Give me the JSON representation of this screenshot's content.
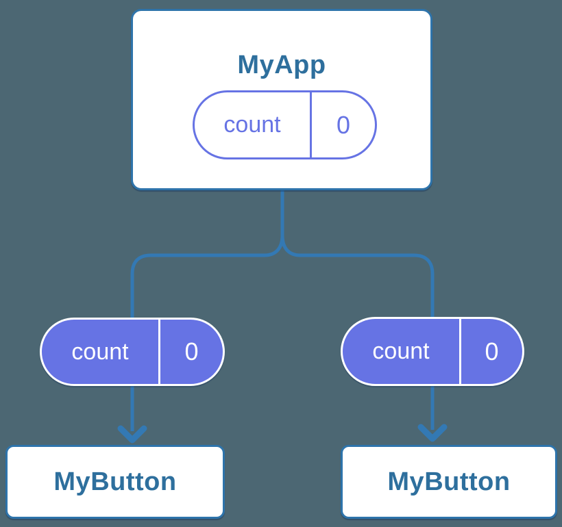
{
  "theme": {
    "bg": "#4C6773",
    "line": "#3379B4",
    "card-border": "#2E74AB",
    "ink": "#2E6F9D",
    "purple": "#6673E4",
    "card-bg": "#FFFFFF",
    "pill-text": "#FFFFFF"
  },
  "tree": {
    "root": {
      "label": "MyApp",
      "state": {
        "name": "count",
        "value": "0"
      }
    },
    "children": [
      {
        "label": "MyButton",
        "state": {
          "name": "count",
          "value": "0"
        }
      },
      {
        "label": "MyButton",
        "state": {
          "name": "count",
          "value": "0"
        }
      }
    ]
  }
}
